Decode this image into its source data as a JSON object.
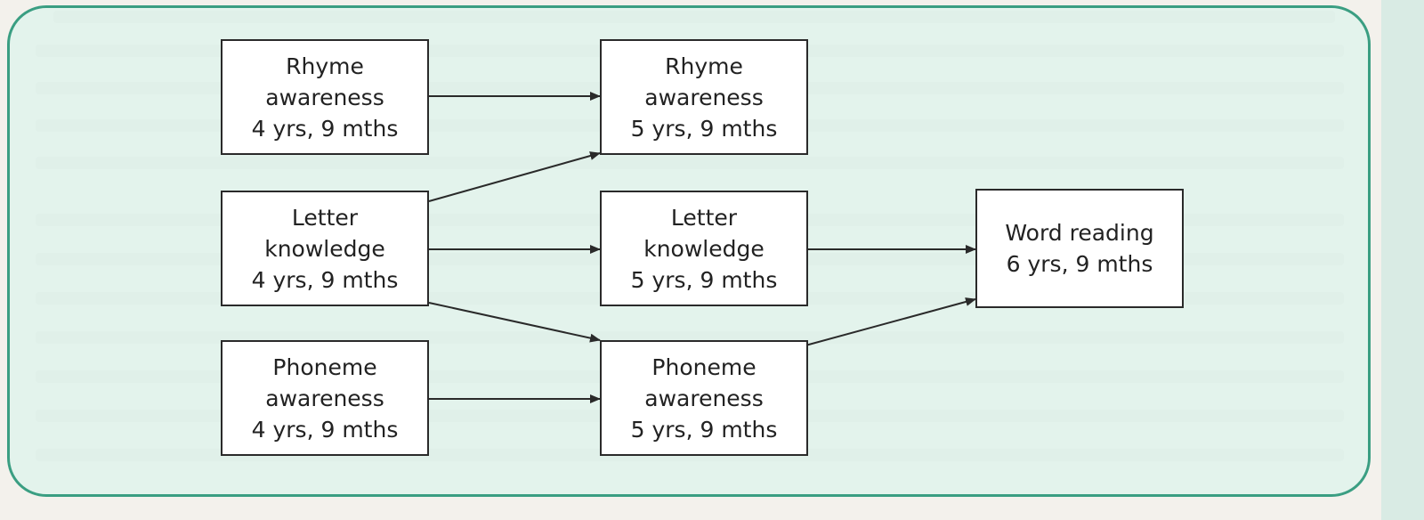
{
  "diagram": {
    "nodes": [
      {
        "id": "rhyme-4",
        "lines": [
          "Rhyme",
          "awareness",
          "4 yrs, 9 mths"
        ]
      },
      {
        "id": "letter-4",
        "lines": [
          "Letter",
          "knowledge",
          "4 yrs, 9 mths"
        ]
      },
      {
        "id": "phoneme-4",
        "lines": [
          "Phoneme",
          "awareness",
          "4 yrs, 9 mths"
        ]
      },
      {
        "id": "rhyme-5",
        "lines": [
          "Rhyme",
          "awareness",
          "5 yrs, 9 mths"
        ]
      },
      {
        "id": "letter-5",
        "lines": [
          "Letter",
          "knowledge",
          "5 yrs, 9 mths"
        ]
      },
      {
        "id": "phoneme-5",
        "lines": [
          "Phoneme",
          "awareness",
          "5 yrs, 9 mths"
        ]
      },
      {
        "id": "word-6",
        "lines": [
          "Word reading",
          "6 yrs, 9 mths"
        ]
      }
    ],
    "edges": [
      {
        "from": "rhyme-4",
        "to": "rhyme-5"
      },
      {
        "from": "letter-4",
        "to": "rhyme-5"
      },
      {
        "from": "letter-4",
        "to": "letter-5"
      },
      {
        "from": "letter-4",
        "to": "phoneme-5"
      },
      {
        "from": "phoneme-4",
        "to": "phoneme-5"
      },
      {
        "from": "phoneme-5",
        "to": "letter-5"
      },
      {
        "from": "letter-5",
        "to": "word-6"
      }
    ],
    "colors": {
      "panel_border": "#3a9e82",
      "panel_fill": "#e0f2ec",
      "box_border": "#2a2a2a",
      "arrow": "#2a2a2a"
    }
  }
}
